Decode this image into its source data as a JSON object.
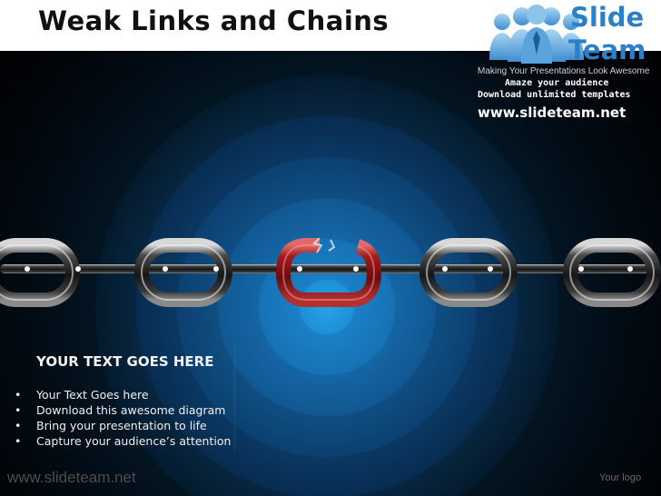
{
  "title": "Weak Links and Chains",
  "logo": {
    "word1": "Slide",
    "word2": "Team",
    "tagline": "Making Your Presentations Look Awesome",
    "line1": "Amaze your audience",
    "line2": "Download unlimited templates",
    "url": "www.slideteam.net"
  },
  "content": {
    "heading": "YOUR TEXT GOES HERE",
    "bullets": [
      "Your Text Goes here",
      "Download this awesome diagram",
      "Bring your presentation to life",
      "Capture your audience’s attention"
    ]
  },
  "footer": {
    "url": "www.slideteam.net",
    "logo_placeholder": "Your logo"
  },
  "colors": {
    "chain_link": "#2c2c2c",
    "broken_link": "#8e1414",
    "background_glow": "#27a3e6",
    "logo_blue": "#2b7fc6"
  }
}
